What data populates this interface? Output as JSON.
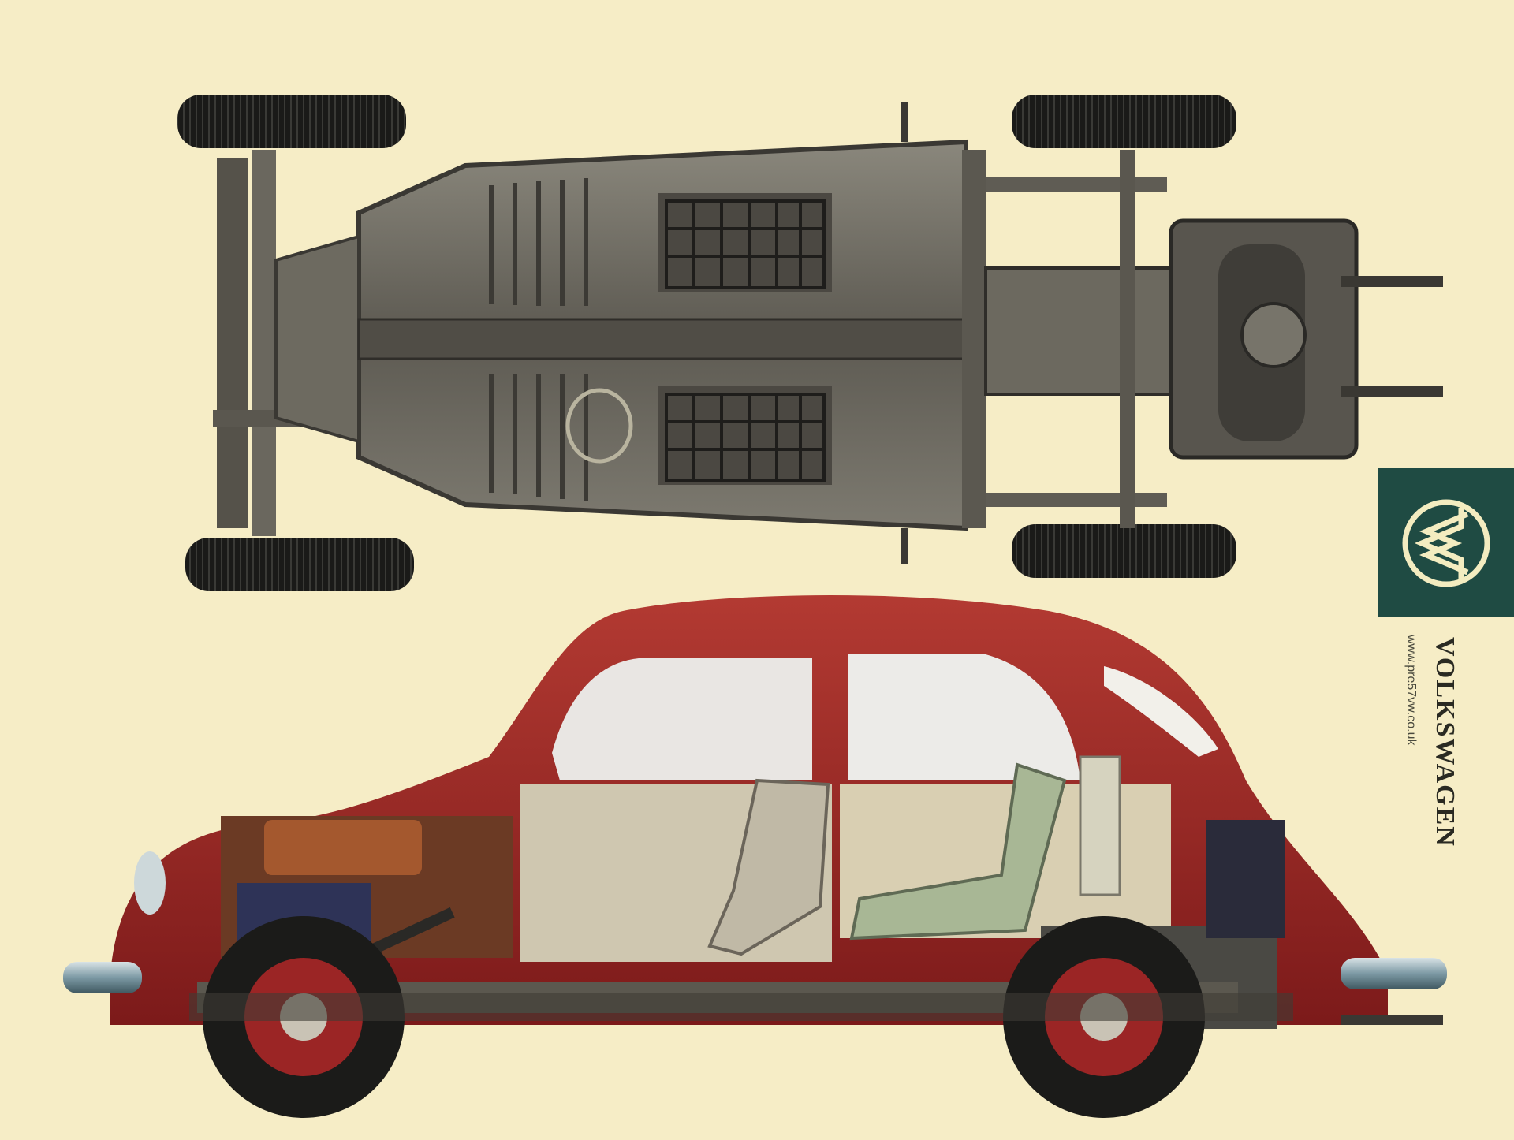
{
  "poster": {
    "brand_name": "VOLKSWAGEN",
    "website": "www.pre57vw.co.uk",
    "logo": "VW",
    "colors": {
      "background": "#f6edc6",
      "logo_panel": "#1f4b43",
      "logo_mark": "#f3ecc0",
      "body_red": "#9b2525",
      "chassis_gray": "#6f6c62"
    }
  }
}
